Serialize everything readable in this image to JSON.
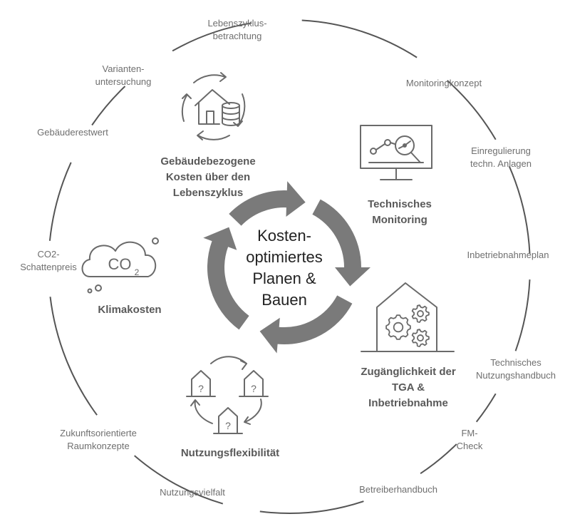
{
  "outer_labels": [
    [
      "Lebenszyklus-",
      "betrachtung"
    ],
    [
      "Monitoringkonzept"
    ],
    [
      "Einregulierung",
      "techn. Anlagen"
    ],
    [
      "Inbetriebnahmeplan"
    ],
    [
      "Technisches",
      "Nutzungshandbuch"
    ],
    [
      "FM-",
      "Check"
    ],
    [
      "Betreiberhandbuch"
    ],
    [
      "Nutzungsvielfalt"
    ],
    [
      "Zukunftsorientierte",
      "Raumkonzepte"
    ],
    [
      "CO2-",
      "Schattenpreis"
    ],
    [
      "Gebäuderestwert"
    ],
    [
      "Varianten-",
      "untersuchung"
    ]
  ],
  "sections": {
    "lifecycle_costs": [
      "Gebäudebezogene",
      "Kosten über den",
      "Lebenszyklus"
    ],
    "monitoring": [
      "Technisches",
      "Monitoring"
    ],
    "tga": [
      "Zugänglichkeit der",
      "TGA &",
      "Inbetriebnahme"
    ],
    "flexibility": [
      "Nutzungsflexibilität"
    ],
    "climate": [
      "Klimakosten"
    ]
  },
  "center": [
    "Kosten-",
    "optimiertes",
    "Planen &",
    "Bauen"
  ],
  "co2_label": {
    "main": "CO",
    "sub": "2"
  },
  "house_marks": [
    "?",
    "?",
    "?"
  ],
  "colors": {
    "arrow": "#7a7a7a",
    "icon": "#6a6a6a",
    "ring": "#555555",
    "text": "#6f6f6f"
  }
}
